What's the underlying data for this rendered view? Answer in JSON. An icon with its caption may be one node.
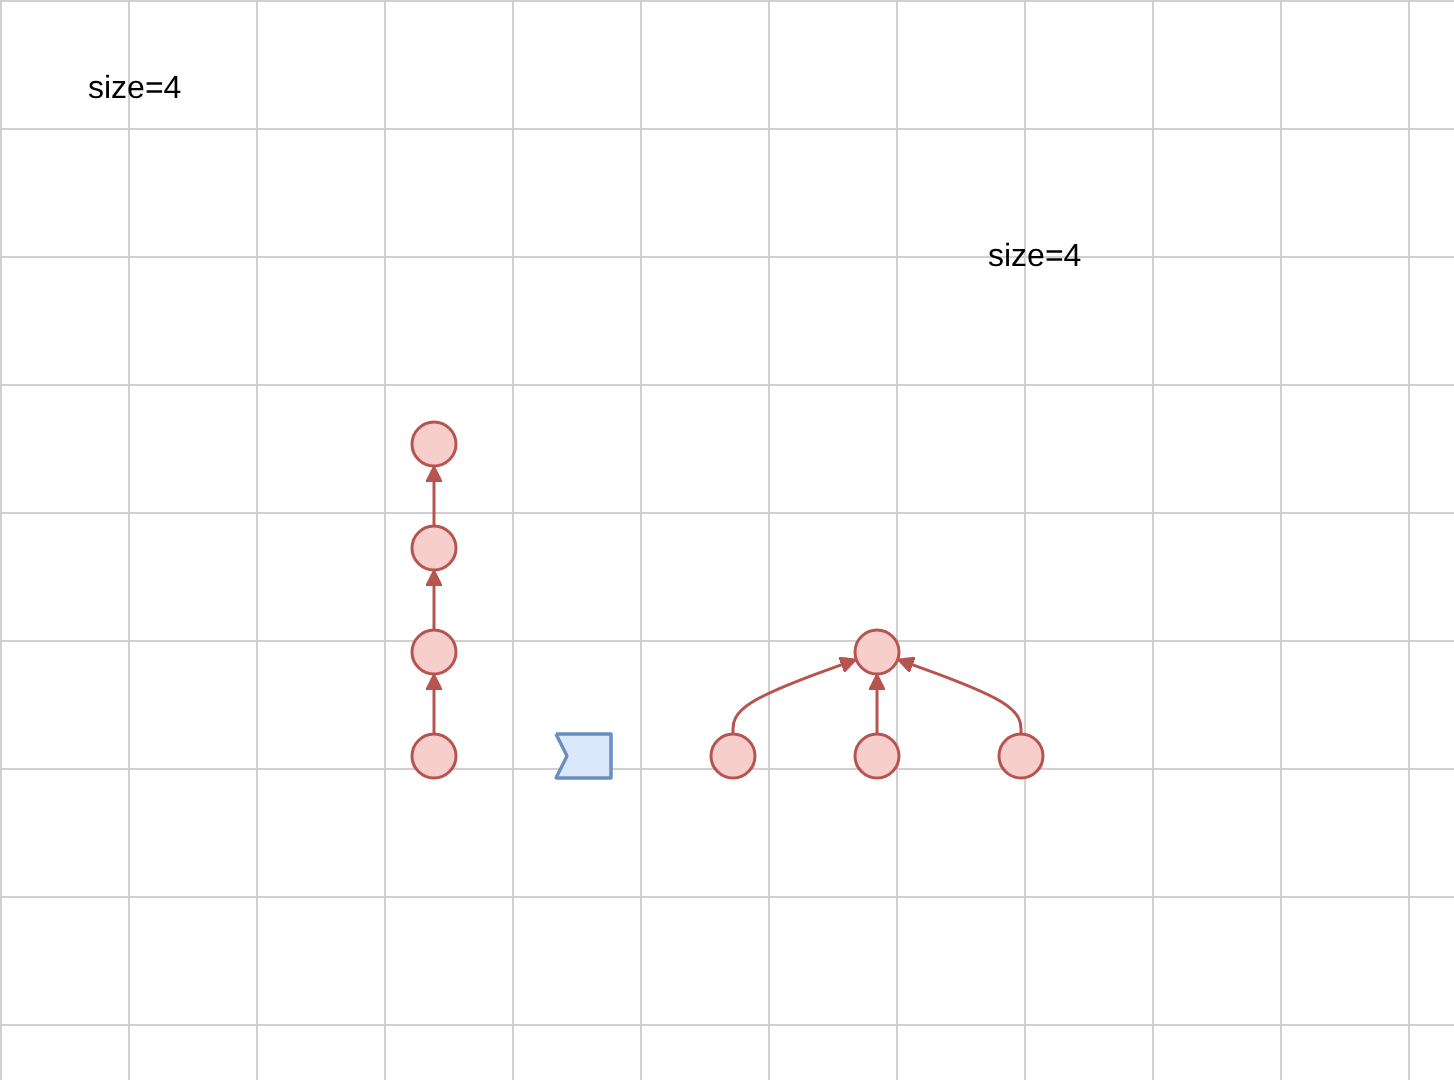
{
  "diagram": {
    "nodes": [
      {
        "text": [],
        "shape": "circle"
      },
      {
        "text": [],
        "shape": "circle"
      },
      {
        "text": [],
        "shape": "circle"
      },
      {
        "text": [],
        "shape": "circle"
      },
      {
        "text": [],
        "shape": "arrow"
      },
      {
        "text": [],
        "shape": "circle"
      },
      {
        "text": [],
        "shape": "circle"
      },
      {
        "text": [],
        "shape": "circle"
      },
      {
        "text": [],
        "shape": "circle"
      }
    ],
    "edges": [
      {
        "from": 3,
        "to": 2,
        "arrow": "to"
      },
      {
        "from": 2,
        "to": 1,
        "arrow": "to"
      },
      {
        "from": 1,
        "to": 0,
        "arrow": "to"
      },
      {
        "from": 6,
        "to": 5,
        "arrow": "to"
      },
      {
        "from": 7,
        "to": 5,
        "arrow": "to"
      },
      {
        "from": 8,
        "to": 5,
        "arrow": "to"
      }
    ],
    "labels": [
      "size=4",
      "size=4"
    ]
  }
}
